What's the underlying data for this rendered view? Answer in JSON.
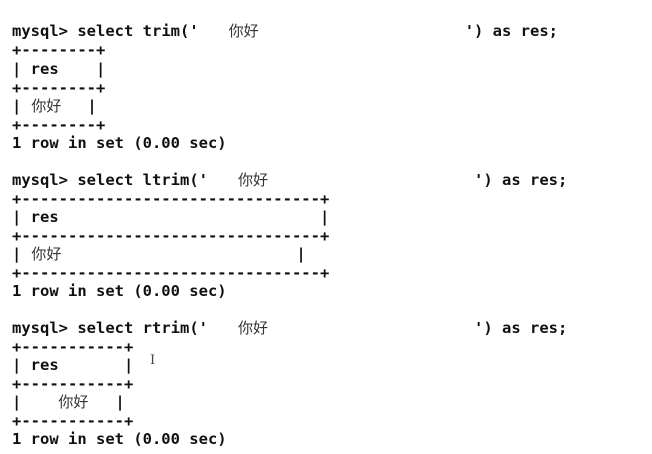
{
  "terminal": {
    "prompt": "mysql>",
    "blocks": [
      {
        "query_prefix": "select trim('",
        "query_value": "你好",
        "query_suffix": "') as res;",
        "border": "+--------+",
        "header": "| res    |",
        "row_left": "|",
        "row_value": "你好",
        "row_right": "|",
        "status": "1 row in set (0.00 sec)"
      },
      {
        "query_prefix": "select ltrim('",
        "query_value": "你好",
        "query_suffix": "') as res;",
        "border": "+--------------------------------+",
        "header": "| res                            |",
        "row_left": "|",
        "row_value": "你好",
        "row_right": "|",
        "status": "1 row in set (0.00 sec)"
      },
      {
        "query_prefix": "select rtrim('",
        "query_value": "你好",
        "query_suffix": "') as res;",
        "border": "+-----------+",
        "header": "| res       |",
        "row_left": "|",
        "row_value": "你好",
        "row_right": "|",
        "status": "1 row in set (0.00 sec)"
      }
    ]
  },
  "cursor": {
    "icon": "text-cursor-icon",
    "glyph": "I"
  }
}
